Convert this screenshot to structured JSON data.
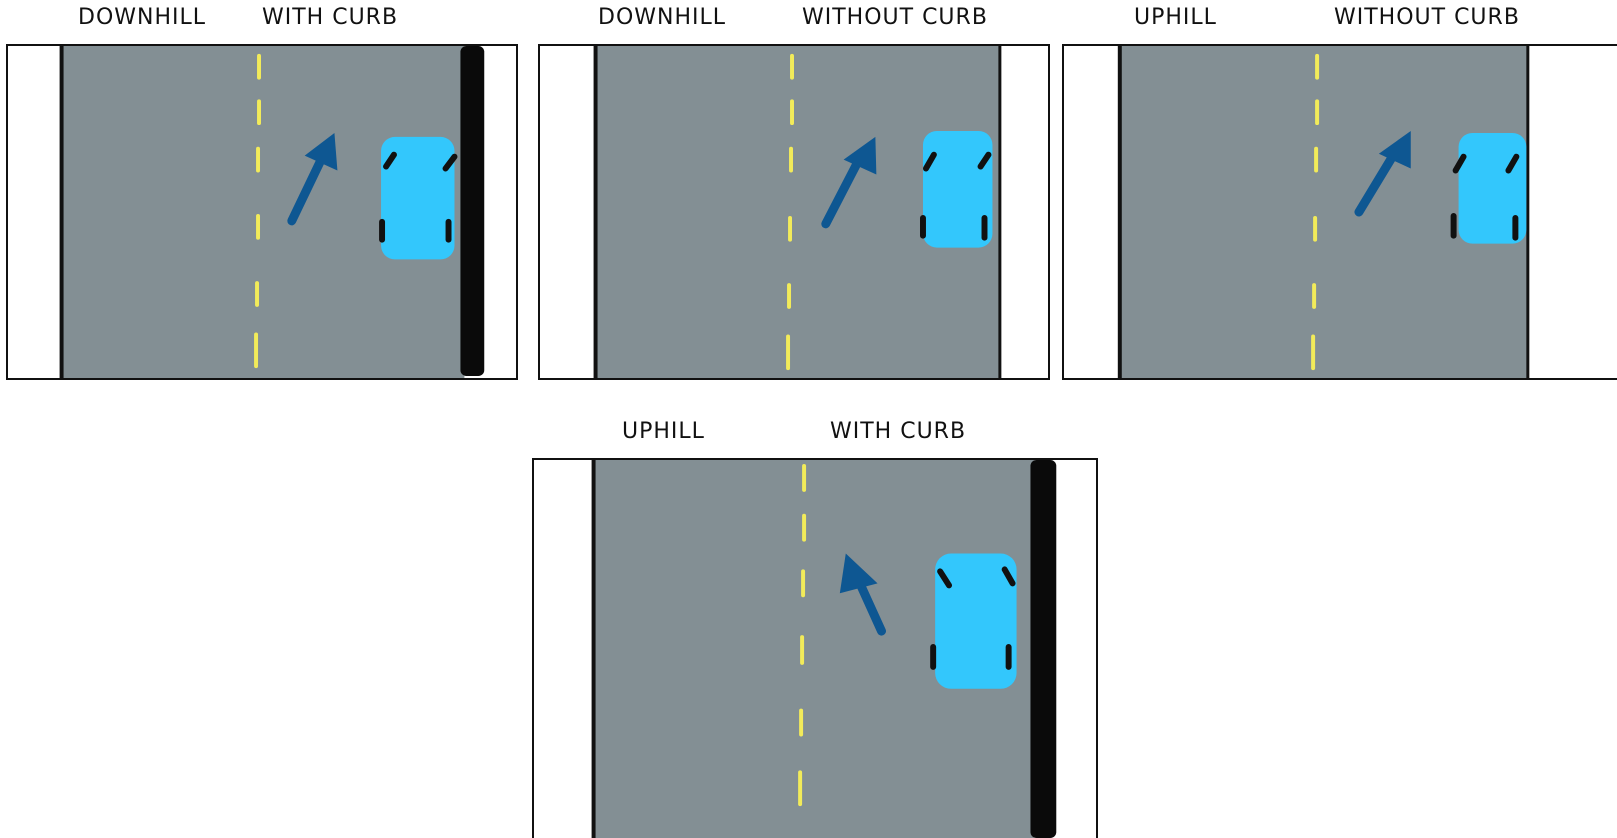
{
  "colors": {
    "road": "#838F94",
    "road_edge": "#111111",
    "center_line": "#F2EB5A",
    "car_body": "#33C7FC",
    "wheel": "#111111",
    "arrow": "#0E5792",
    "curb": "#0A0A0A",
    "sidewalk": "#FFFFFF"
  },
  "panels": [
    {
      "slope_label": "DOWNHILL",
      "curb_label": "WITH CURB",
      "curb": true,
      "arrow_icon": "steering-arrow-icon",
      "car_icon": "car-icon"
    },
    {
      "slope_label": "DOWNHILL",
      "curb_label": "WITHOUT CURB",
      "curb": false,
      "arrow_icon": "steering-arrow-icon",
      "car_icon": "car-icon"
    },
    {
      "slope_label": "UPHILL",
      "curb_label": "WITHOUT CURB",
      "curb": false,
      "arrow_icon": "steering-arrow-icon",
      "car_icon": "car-icon"
    },
    {
      "slope_label": "UPHILL",
      "curb_label": "WITH CURB",
      "curb": true,
      "arrow_icon": "steering-arrow-icon",
      "car_icon": "car-icon"
    }
  ]
}
